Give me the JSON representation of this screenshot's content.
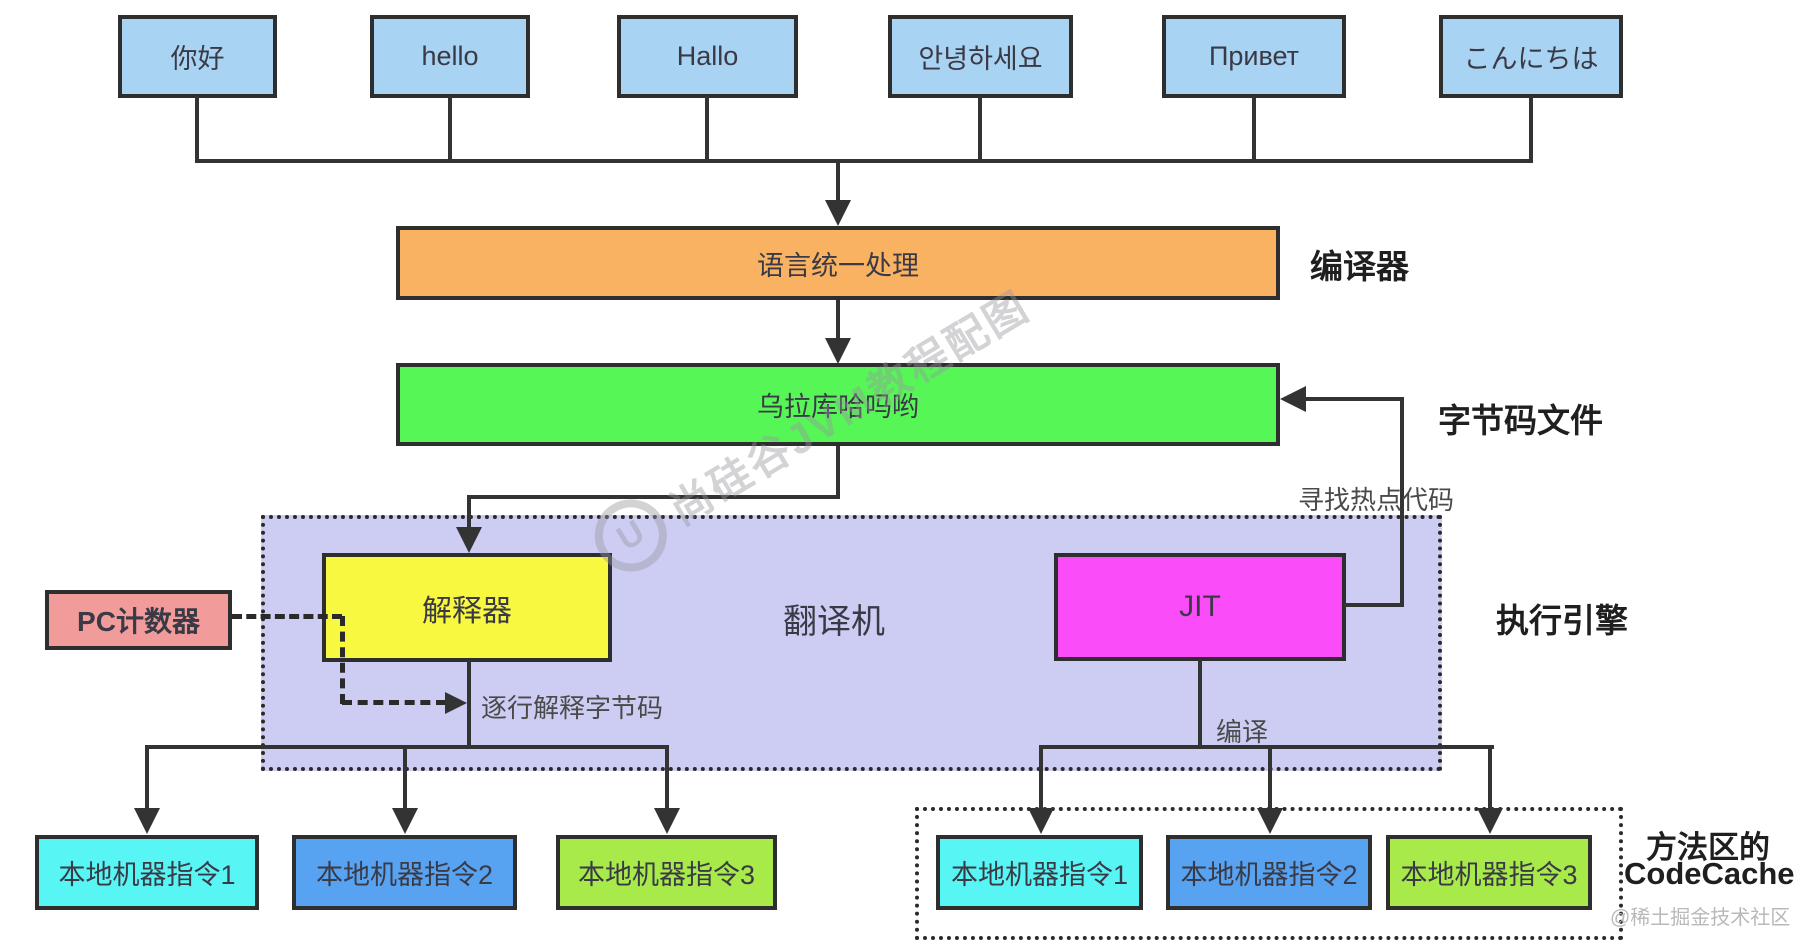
{
  "source_boxes": [
    "你好",
    "hello",
    "Hallo",
    "안녕하세요",
    "Привет",
    "こんにちは"
  ],
  "pipeline": {
    "unify_label": "语言统一处理",
    "compiler_side_label": "编译器",
    "bytecode_label": "乌拉库哈吗哟",
    "bytecode_side_label": "字节码文件",
    "hotspot_note": "寻找热点代码"
  },
  "engine": {
    "side_label": "执行引擎",
    "translator_label": "翻译机",
    "interpreter_label": "解释器",
    "jit_label": "JIT",
    "pc_counter_label": "PC计数器",
    "interpret_note": "逐行解释字节码",
    "compile_note": "编译"
  },
  "native_instructions_left": [
    "本地机器指令1",
    "本地机器指令2",
    "本地机器指令3"
  ],
  "code_cache": {
    "region_line1": "方法区的",
    "region_line2": "CodeCache",
    "instructions": [
      "本地机器指令1",
      "本地机器指令2",
      "本地机器指令3"
    ]
  },
  "watermark": {
    "logo_letter": "U",
    "diagonal_text": "尚硅谷JVM教程配图",
    "credit": "@稀土掘金技术社区"
  },
  "colors": {
    "line": "#333333",
    "box_border": "#2e2e2e",
    "source": "#a9d3f2",
    "compiler": "#f9b261",
    "bytecode": "#57f657",
    "engine_bg": "#cdcdf4",
    "interpreter": "#f9f840",
    "jit": "#fa4df9",
    "pc": "#f29b9b",
    "instr1": "#58f5f5",
    "instr2": "#57a3f2",
    "instr3": "#a7ea49",
    "text_dark": "#3a3a46",
    "note": "#4a4a4a",
    "heading": "#1f1f1f",
    "watermark": "rgba(150,150,158,0.42)",
    "credit": "#b9b9b9"
  }
}
